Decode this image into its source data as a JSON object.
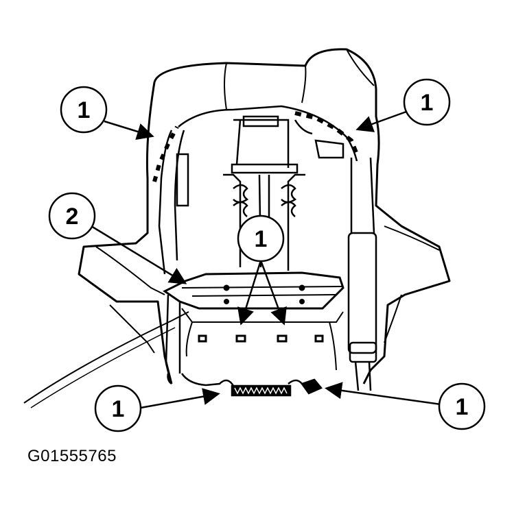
{
  "callouts": [
    {
      "id": "c1",
      "label": "1"
    },
    {
      "id": "c2",
      "label": "1"
    },
    {
      "id": "c3",
      "label": "2"
    },
    {
      "id": "c4",
      "label": "1"
    },
    {
      "id": "c5",
      "label": "1"
    },
    {
      "id": "c6",
      "label": "1"
    }
  ],
  "figure_id": "G01555765",
  "colors": {
    "ink": "#000000",
    "paper": "#ffffff"
  }
}
